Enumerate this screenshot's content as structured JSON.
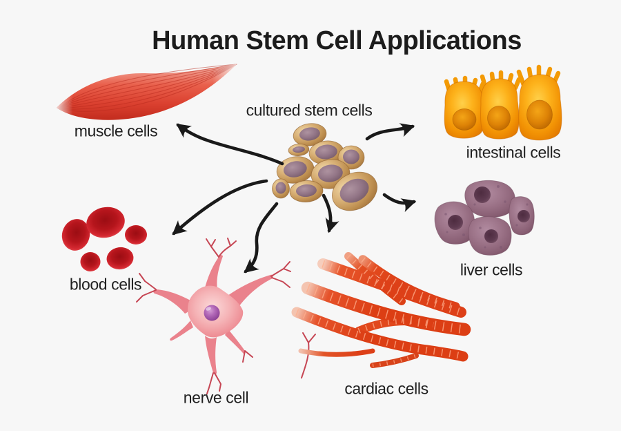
{
  "title": "Human Stem Cell Applications",
  "center": {
    "label": "cultured stem cells"
  },
  "cell_types": [
    {
      "id": "muscle",
      "label": "muscle cells"
    },
    {
      "id": "intestinal",
      "label": "intestinal cells"
    },
    {
      "id": "blood",
      "label": "blood cells"
    },
    {
      "id": "liver",
      "label": "liver cells"
    },
    {
      "id": "nerve",
      "label": "nerve cell"
    },
    {
      "id": "cardiac",
      "label": "cardiac cells"
    }
  ],
  "connections": [
    {
      "from": "cultured stem cells",
      "to": "muscle cells"
    },
    {
      "from": "cultured stem cells",
      "to": "intestinal cells"
    },
    {
      "from": "cultured stem cells",
      "to": "blood cells"
    },
    {
      "from": "cultured stem cells",
      "to": "liver cells"
    },
    {
      "from": "cultured stem cells",
      "to": "nerve cell"
    },
    {
      "from": "cultured stem cells",
      "to": "cardiac cells"
    }
  ],
  "palette": {
    "background": "#f7f7f7",
    "text": "#1c1c1c",
    "arrow": "#1a1a1a",
    "stem_cell_tan": "#c99a5f",
    "stem_cell_nucleus": "#8a6b7a",
    "muscle_red": "#dc4531",
    "intestinal_orange": "#f59300",
    "blood_red": "#c41820",
    "liver_mauve": "#97697d",
    "nerve_pink": "#f2a3a9",
    "nerve_nucleus": "#9c50a4",
    "cardiac_orange_red": "#e0471e"
  }
}
